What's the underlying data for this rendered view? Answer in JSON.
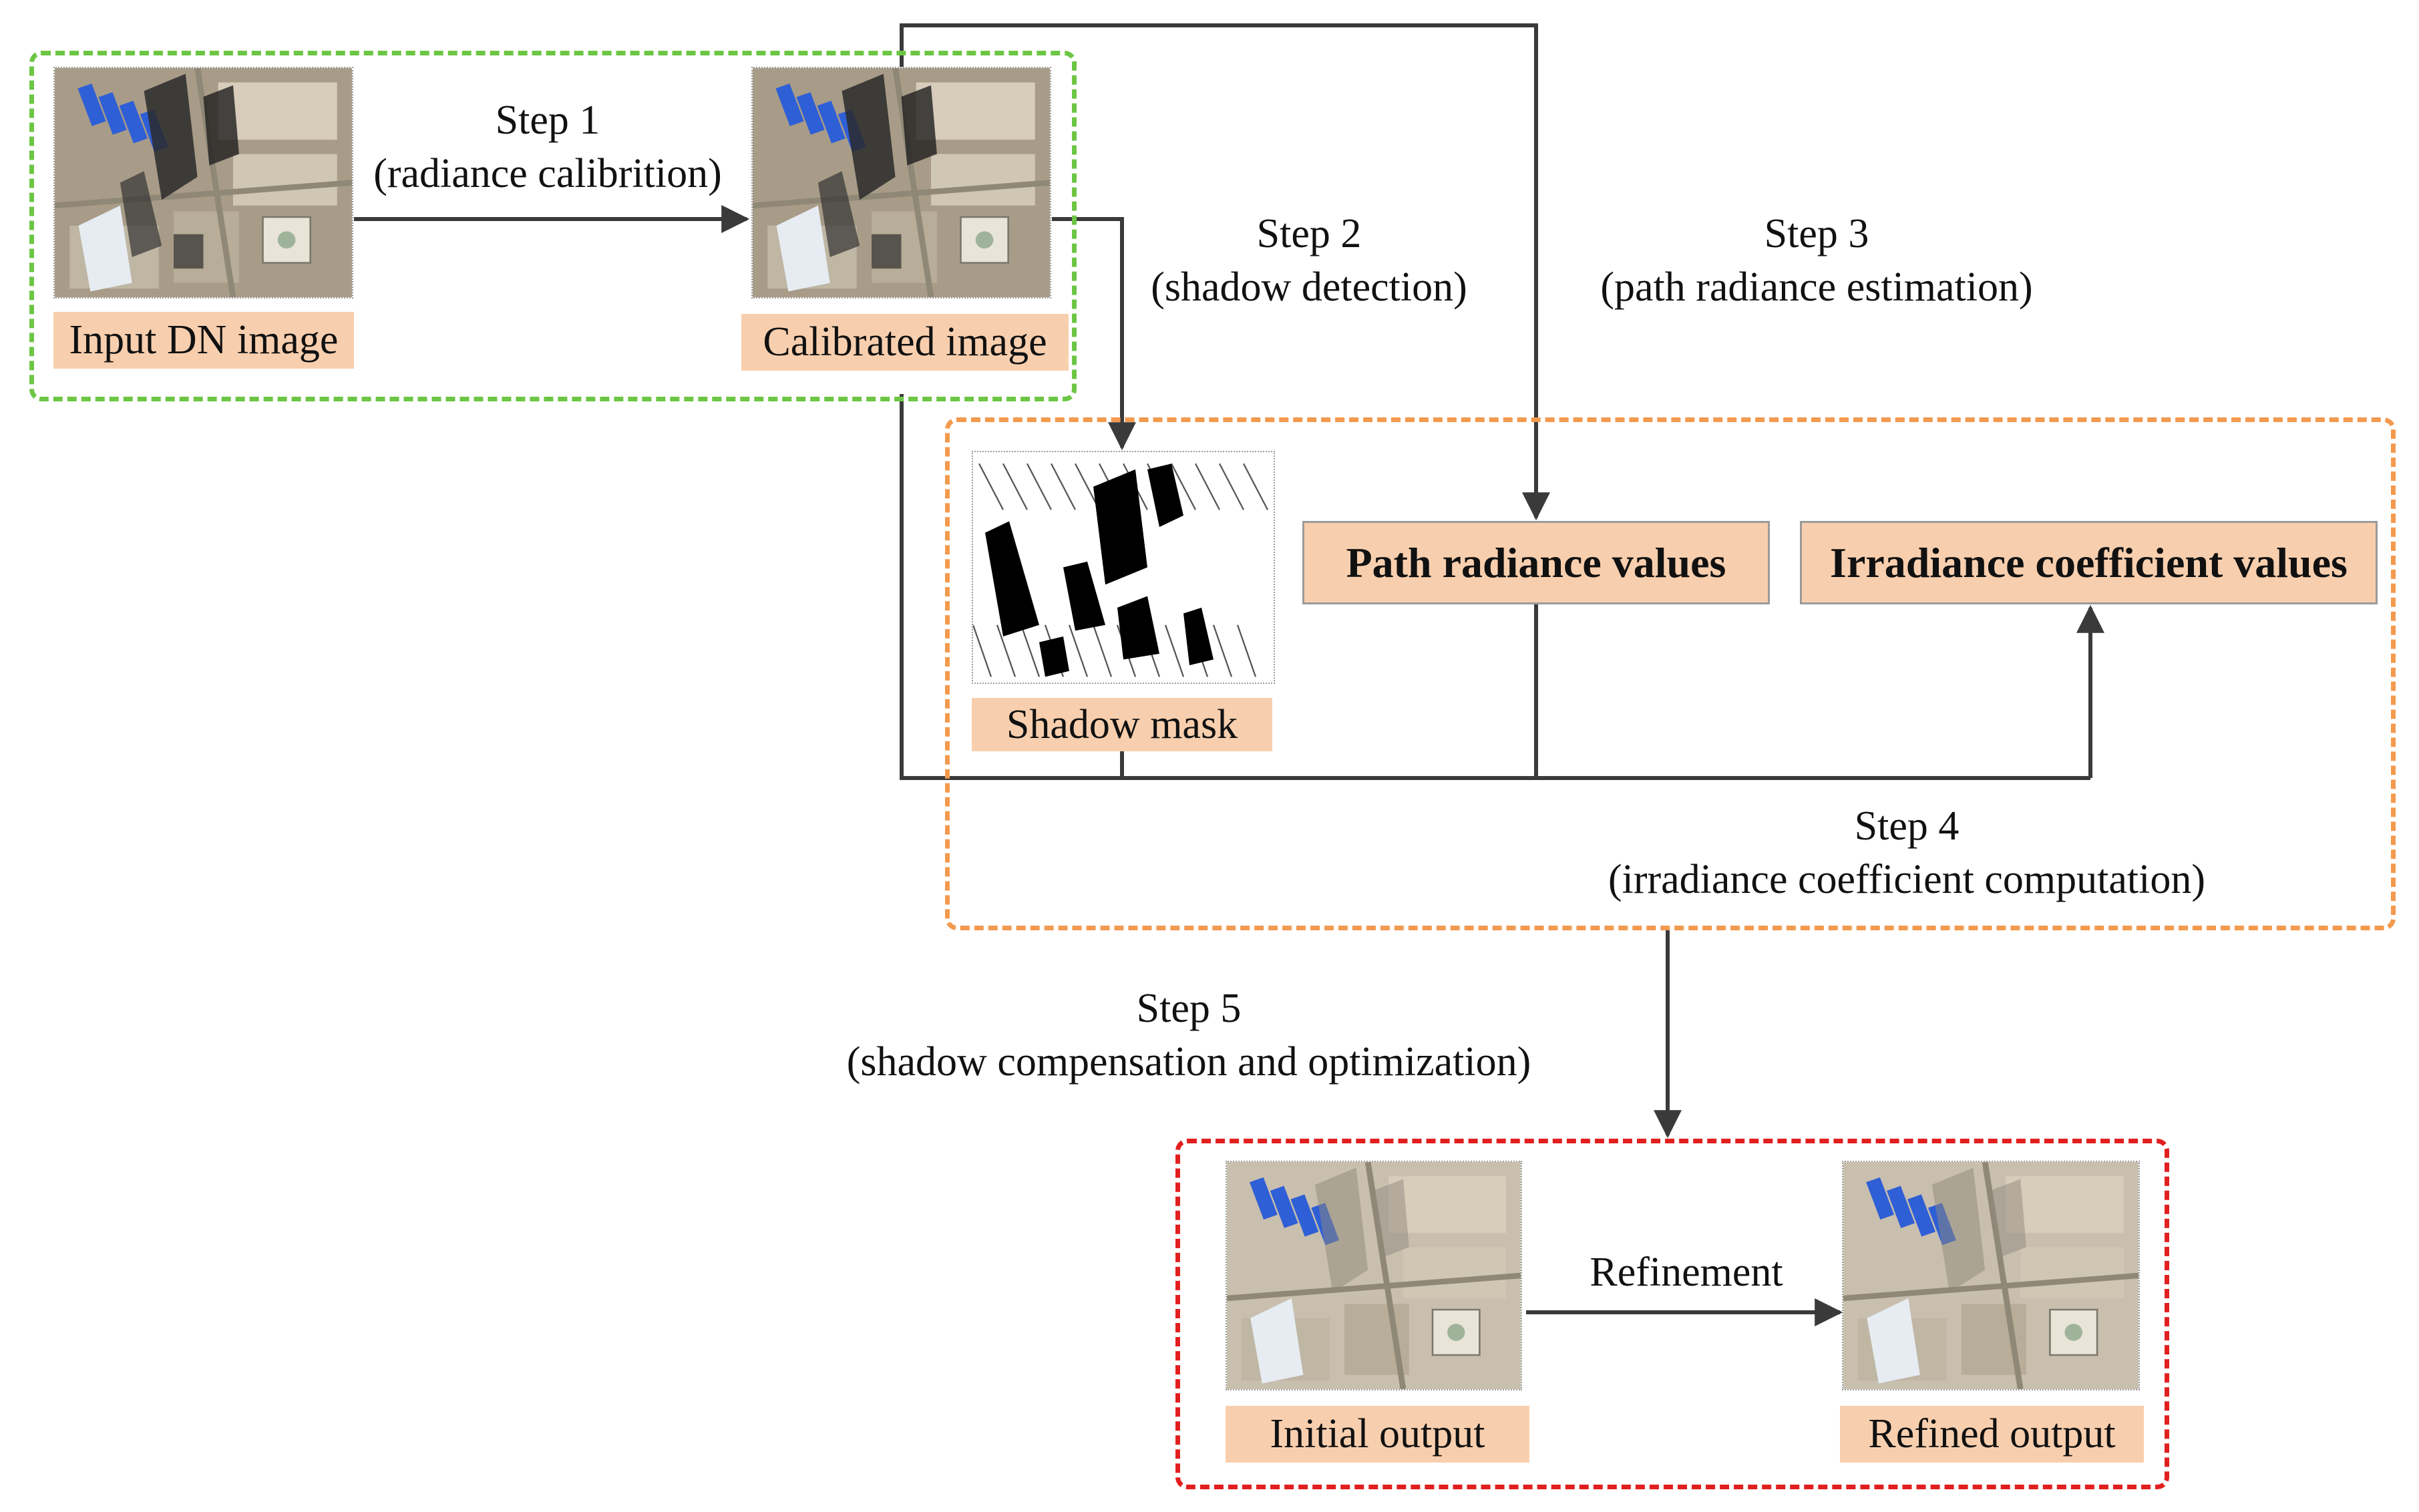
{
  "nodes": {
    "input_dn": {
      "label": "Input DN image"
    },
    "calibrated": {
      "label": "Calibrated image"
    },
    "shadow_mask": {
      "label": "Shadow mask"
    },
    "path_radiance": {
      "label": "Path radiance values"
    },
    "irradiance_coeff": {
      "label": "Irradiance coefficient values"
    },
    "initial_output": {
      "label": "Initial output"
    },
    "refined_output": {
      "label": "Refined output"
    }
  },
  "steps": {
    "step1": {
      "title": "Step 1",
      "desc": "(radiance calibrition)"
    },
    "step2": {
      "title": "Step 2",
      "desc": "(shadow detection)"
    },
    "step3": {
      "title": "Step 3",
      "desc": "(path radiance estimation)"
    },
    "step4": {
      "title": "Step 4",
      "desc": "(irradiance coefficient computation)"
    },
    "step5": {
      "title": "Step 5",
      "desc": "(shadow compensation and optimization)"
    },
    "refinement": {
      "title": "Refinement"
    }
  },
  "colors": {
    "group_step1_border": "#6cc644",
    "group_step4_border": "#f39a4e",
    "group_output_border": "#e21f1f",
    "label_fill": "#f8cfae",
    "arrow": "#3a3a3a"
  },
  "icons": {
    "satellite_image": "aerial-city-image",
    "mask_image": "binary-shadow-mask"
  }
}
